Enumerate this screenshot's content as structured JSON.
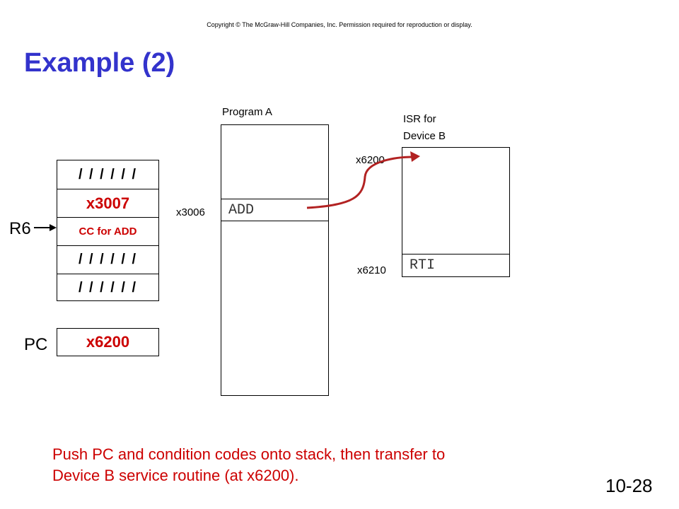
{
  "copyright": "Copyright © The McGraw-Hill Companies, Inc. Permission required for reproduction or display.",
  "title": "Example (2)",
  "stack": {
    "cells": [
      "/ / / / / /",
      "x3007",
      "CC for ADD",
      "/ / / / / /",
      "/ / / / / /"
    ],
    "pointer_label": "R6"
  },
  "pc": {
    "label": "PC",
    "value": "x6200"
  },
  "program_a": {
    "label": "Program A",
    "address": "x3006",
    "instruction": "ADD"
  },
  "isr": {
    "label_line1": "ISR for",
    "label_line2": "Device B",
    "start_address": "x6200",
    "end_address": "x6210",
    "instruction": "RTI"
  },
  "caption": {
    "line1": "Push PC and condition codes onto stack, then transfer to",
    "line2": "Device B service routine (at x6200)."
  },
  "slide_number": "10-28",
  "colors": {
    "title": "#3333cc",
    "accent_red": "#cc0000"
  }
}
